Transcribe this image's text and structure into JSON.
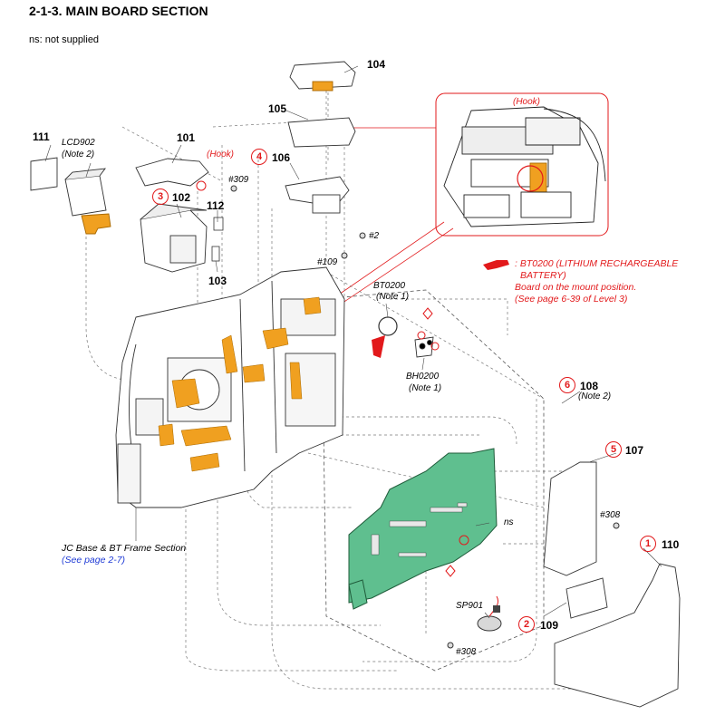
{
  "header": {
    "title": "2-1-3. MAIN BOARD SECTION",
    "ns_note": "ns: not supplied"
  },
  "parts": {
    "p101": "101",
    "p102": "102",
    "p103": "103",
    "p104": "104",
    "p105": "105",
    "p106": "106",
    "p107": "107",
    "p108": "108",
    "p109": "109",
    "p110": "110",
    "p111": "111",
    "p112": "112"
  },
  "circled": {
    "c1": "1",
    "c2": "2",
    "c3": "3",
    "c4": "4",
    "c5": "5",
    "c6": "6"
  },
  "labels": {
    "lcd902": "LCD902",
    "note2a": "(Note 2)",
    "hook_left": "(Hook)",
    "hook_inset": "(Hook)",
    "screw309": "#309",
    "screw2": "#2",
    "screw109": "#109",
    "bt0200": "BT0200",
    "note1a": "(Note 1)",
    "bh0200": "BH0200",
    "note1b": "(Note 1)",
    "note2b": "(Note 2)",
    "ns_board": "ns",
    "screw308a": "#308",
    "screw308b": "#308",
    "sp901": "SP901",
    "jc_base": "JC Base & BT Frame Section",
    "see_page": "(See page 2-7)"
  },
  "battery_note": {
    "line1": ": BT0200 (LITHIUM RECHARGEABLE",
    "line2": "BATTERY)",
    "line3": "Board on the mount position.",
    "line4": "(See page 6-39 of Level 3)"
  },
  "colors": {
    "accent_red": "#e2191b",
    "link_blue": "#1f3bd6",
    "board_green": "#5fbf8f",
    "flex_orange": "#f0a020"
  }
}
